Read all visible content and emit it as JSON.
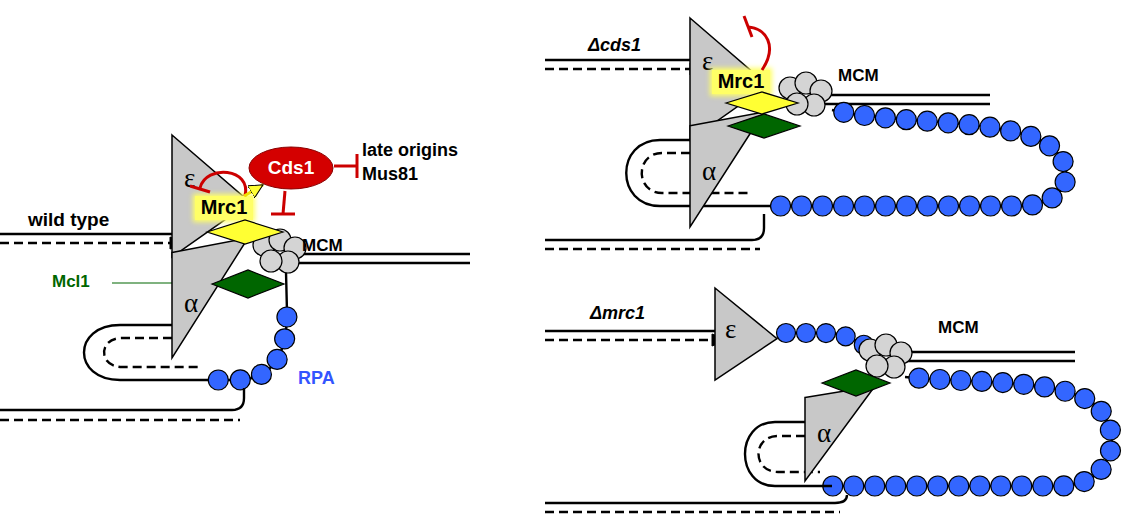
{
  "diagram": {
    "nodes": [
      {
        "text": [
          "Cds1"
        ]
      },
      {
        "text": [
          "ε"
        ]
      },
      {
        "text": [
          "Mrc1"
        ]
      },
      {
        "text": [
          "α"
        ]
      },
      {
        "text": [
          "ε"
        ]
      },
      {
        "text": [
          "Mrc1"
        ]
      },
      {
        "text": [
          "α"
        ]
      },
      {
        "text": [
          "ε"
        ]
      },
      {
        "text": [
          "α"
        ]
      }
    ],
    "edges": [
      {
        "from": 2,
        "to": 0,
        "arrow": "to"
      }
    ],
    "labels": [
      "late origins",
      "Mus81",
      "wild type",
      "Mcl1",
      "MCM",
      "RPA",
      "Δcds1",
      "MCM",
      "Δmrc1",
      "MCM"
    ]
  }
}
